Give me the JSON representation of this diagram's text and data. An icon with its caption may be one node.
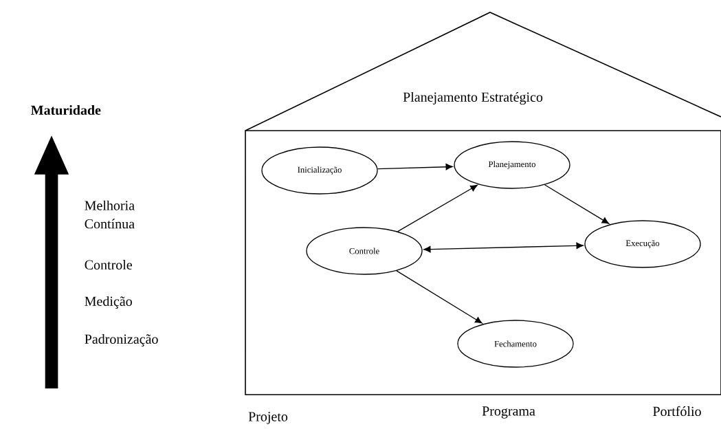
{
  "diagram": {
    "nodes": [
      {
        "text": [
          "Planejamento Estratégico"
        ]
      },
      {
        "text": [],
        "shape": "box"
      },
      {
        "text": [
          "Inicialização"
        ],
        "in": 1
      },
      {
        "text": [
          "Planejamento"
        ],
        "in": 1
      },
      {
        "text": [
          "Controle"
        ],
        "in": 1
      },
      {
        "text": [
          "Execução"
        ],
        "in": 1
      },
      {
        "text": [
          "Fechamento"
        ],
        "in": 1
      }
    ],
    "edges": [
      {
        "from": 2,
        "to": 3,
        "arrow": "to"
      },
      {
        "from": 3,
        "to": 5,
        "arrow": "to"
      },
      {
        "from": 4,
        "to": 3,
        "arrow": "to"
      },
      {
        "from": 4,
        "to": 5,
        "arrow": "both"
      },
      {
        "from": 4,
        "to": 6,
        "arrow": "to"
      }
    ],
    "labels": [
      "Maturidade",
      "Melhoria Contínua",
      "Controle",
      "Medição",
      "Padronização",
      "Projeto",
      "Programa",
      "Portfólio"
    ]
  }
}
